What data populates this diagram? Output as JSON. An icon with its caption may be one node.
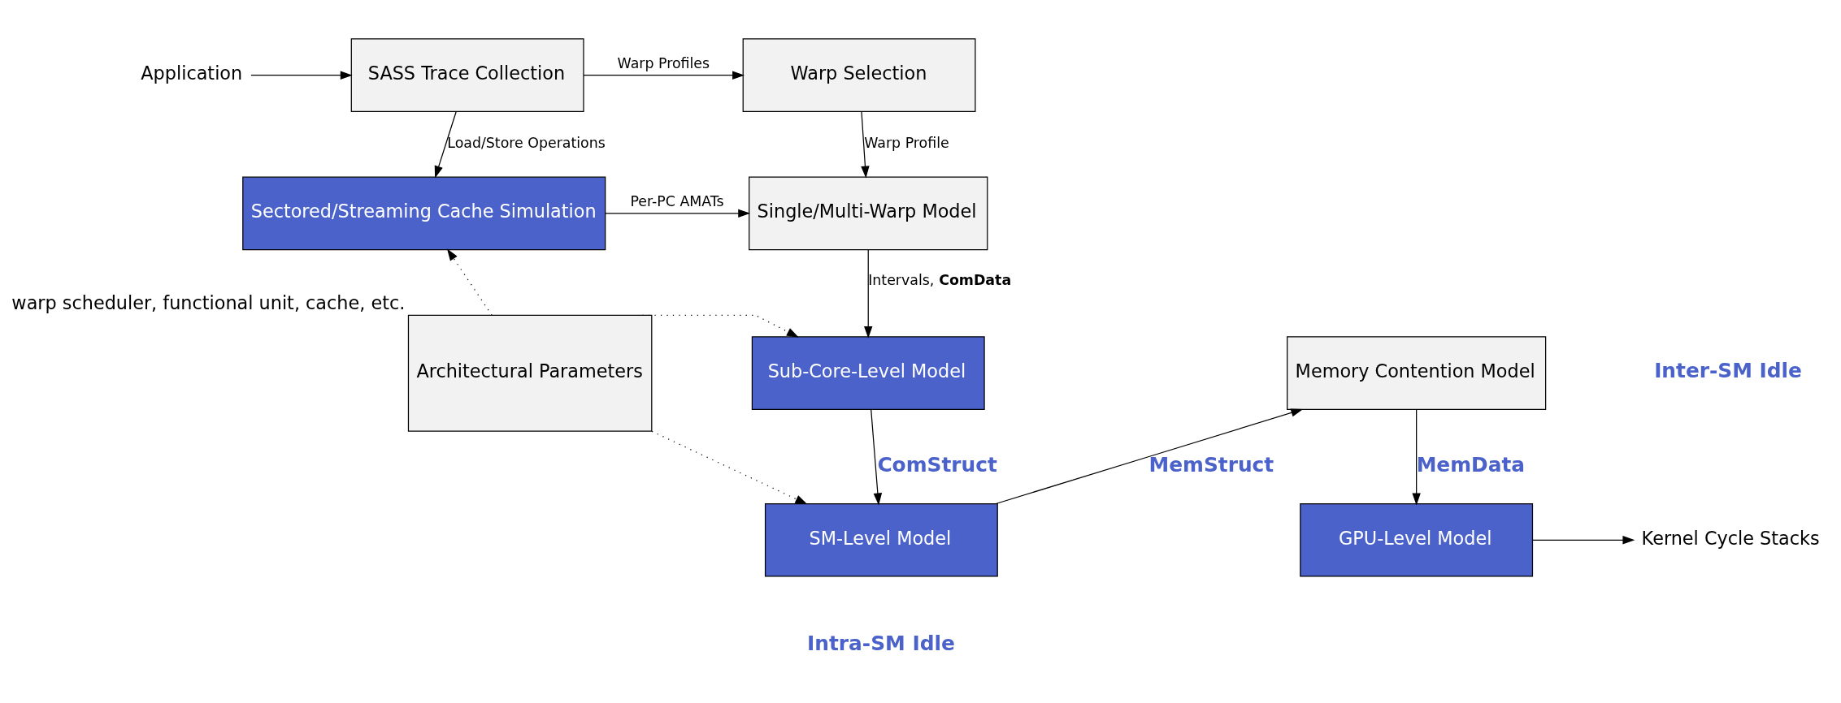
{
  "diagram": {
    "nodes": [
      {
        "text": [
          "Application"
        ]
      },
      {
        "text": [
          "SASS Trace Collection"
        ]
      },
      {
        "text": [
          "Warp Selection"
        ]
      },
      {
        "text": [
          "Sectored/Streaming Cache Simulation"
        ]
      },
      {
        "text": [
          "Single/Multi-Warp Model"
        ]
      },
      {
        "text": [
          "Architectural Parameters"
        ],
        "beside": [
          "warp scheduler, functional unit, cache, etc."
        ]
      },
      {
        "text": [
          "Sub-Core-Level Model"
        ]
      },
      {
        "text": [
          "Memory Contention Model"
        ]
      },
      {
        "text": [
          "SM-Level Model"
        ]
      },
      {
        "text": [
          "GPU-Level Model"
        ]
      },
      {
        "text": [
          "Kernel Cycle Stacks"
        ]
      }
    ],
    "edges": [
      {
        "from": 0,
        "to": 1,
        "arrow": "to"
      },
      {
        "from": 1,
        "to": 2,
        "arrow": "to",
        "label": "Warp Profiles"
      },
      {
        "from": 1,
        "to": 3,
        "arrow": "to",
        "label": "Load/Store Operations"
      },
      {
        "from": 2,
        "to": 4,
        "arrow": "to",
        "label": "Warp Profile"
      },
      {
        "from": 3,
        "to": 4,
        "arrow": "to",
        "label": "Per-PC AMATs"
      },
      {
        "from": 4,
        "to": 6,
        "arrow": "to",
        "label": "Intervals, **ComData**"
      },
      {
        "from": 5,
        "to": 3,
        "arrow": "to",
        "style": "dashed"
      },
      {
        "from": 5,
        "to": 6,
        "arrow": "to",
        "style": "dashed"
      },
      {
        "from": 5,
        "to": 8,
        "arrow": "to",
        "style": "dashed"
      },
      {
        "from": 6,
        "to": 8,
        "arrow": "to",
        "label": "ComStruct"
      },
      {
        "from": 8,
        "to": 7,
        "arrow": "to",
        "label": "MemStruct"
      },
      {
        "from": 7,
        "to": 9,
        "arrow": "to",
        "label": "MemData"
      },
      {
        "from": 9,
        "to": 10,
        "arrow": "to"
      }
    ],
    "labels": [
      "Inter-SM Idle",
      "Intra-SM Idle"
    ]
  }
}
